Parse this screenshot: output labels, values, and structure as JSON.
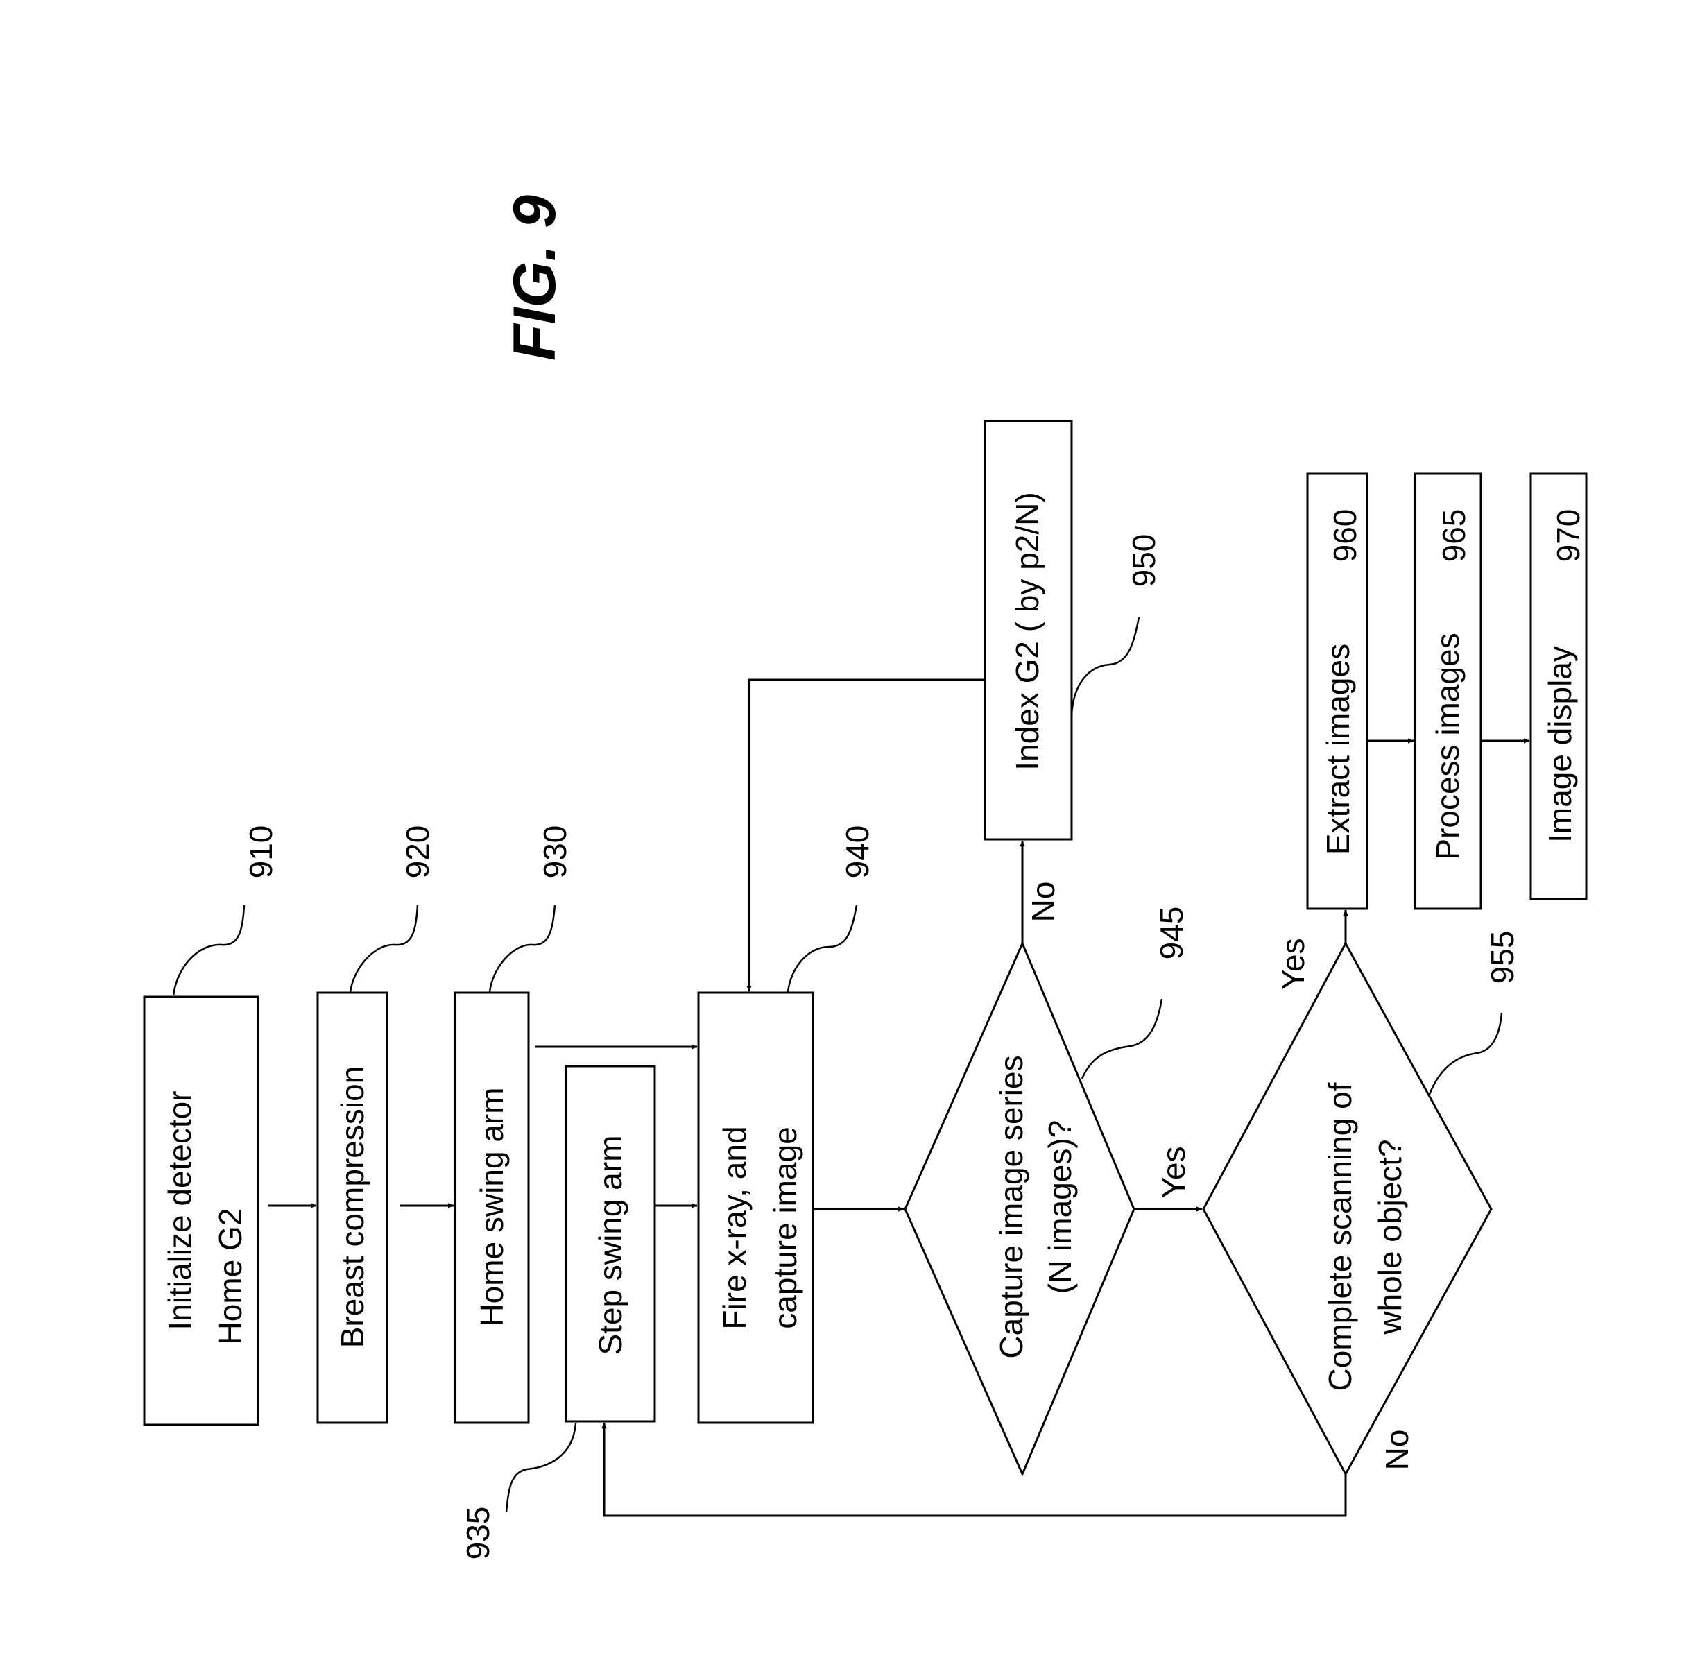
{
  "figure_label": "FIG. 9",
  "nodes": {
    "n910": {
      "line1": "Initialize detector",
      "line2": "Home G2",
      "ref": "910"
    },
    "n920": {
      "label": "Breast compression",
      "ref": "920"
    },
    "n930": {
      "label": "Home swing arm",
      "ref": "930"
    },
    "n935": {
      "label": "Step swing arm",
      "ref": "935"
    },
    "n940": {
      "line1": "Fire x-ray, and",
      "line2": "capture image",
      "ref": "940"
    },
    "n945": {
      "line1": "Capture image series",
      "line2": "(N images)?",
      "ref": "945"
    },
    "n950": {
      "label": "Index G2 ( by p2/N)",
      "ref": "950"
    },
    "n955": {
      "line1": "Complete scanning of",
      "line2": "whole object?",
      "ref": "955"
    },
    "n960": {
      "label": "Extract images",
      "ref": "960"
    },
    "n965": {
      "label": "Process images",
      "ref": "965"
    },
    "n970": {
      "label": "Image display",
      "ref": "970"
    }
  },
  "edge_labels": {
    "d945_no": "No",
    "d945_yes": "Yes",
    "d955_yes": "Yes",
    "d955_no": "No"
  }
}
